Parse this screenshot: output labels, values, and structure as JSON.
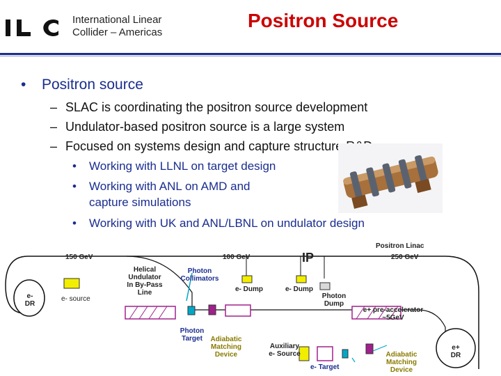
{
  "header": {
    "logo_text": "ILC",
    "org_line1": "International Linear",
    "org_line2": "Collider – Americas",
    "title": "Positron Source"
  },
  "bullets": {
    "main": "Positron source",
    "subs": [
      "SLAC is coordinating the positron source development",
      "Undulator-based positron source is a large system",
      "Focused on systems design and capture structure R&D"
    ],
    "subsubs": [
      "Working with LLNL on target design",
      "Working with ANL on AMD and",
      "capture simulations",
      "Working with UK and ANL/LBNL on undulator design"
    ]
  },
  "diagram": {
    "e_dr": "e- DR",
    "e_dr_line1": "e-",
    "e_dr_line2": "DR",
    "e_source": "e- source",
    "gev150": "150 GeV",
    "helical1": "Helical",
    "helical2": "Undulator",
    "helical3": "In By-Pass",
    "helical4": "Line",
    "photon_coll1": "Photon",
    "photon_coll2": "Collimators",
    "gev100": "100 GeV",
    "ip": "IP",
    "e_dump_left": "e- Dump",
    "e_dump_right": "e- Dump",
    "photon_dump1": "Photon",
    "photon_dump2": "Dump",
    "positron_linac": "Positron Linac",
    "gev250": "250 GeV",
    "pre_acc1": "e+ pre-accelerator",
    "pre_acc2": "~5GeV",
    "photon_target1": "Photon",
    "photon_target2": "Target",
    "adiabatic_left1": "Adiabatic",
    "adiabatic_left2": "Matching",
    "adiabatic_left3": "Device",
    "aux1": "Auxiliary",
    "aux2": "e- Source",
    "e_target": "e- Target",
    "adiabatic_right1": "Adiabatic",
    "adiabatic_right2": "Matching",
    "adiabatic_right3": "Device",
    "eplus_dr1": "e+",
    "eplus_dr2": "DR"
  },
  "colors": {
    "title_red": "#cc0000",
    "navy": "#1a2d8f",
    "olive": "#8a7a00",
    "cyan": "#00a8c8",
    "yellow": "#f2ee00",
    "magenta": "#a0208c"
  }
}
